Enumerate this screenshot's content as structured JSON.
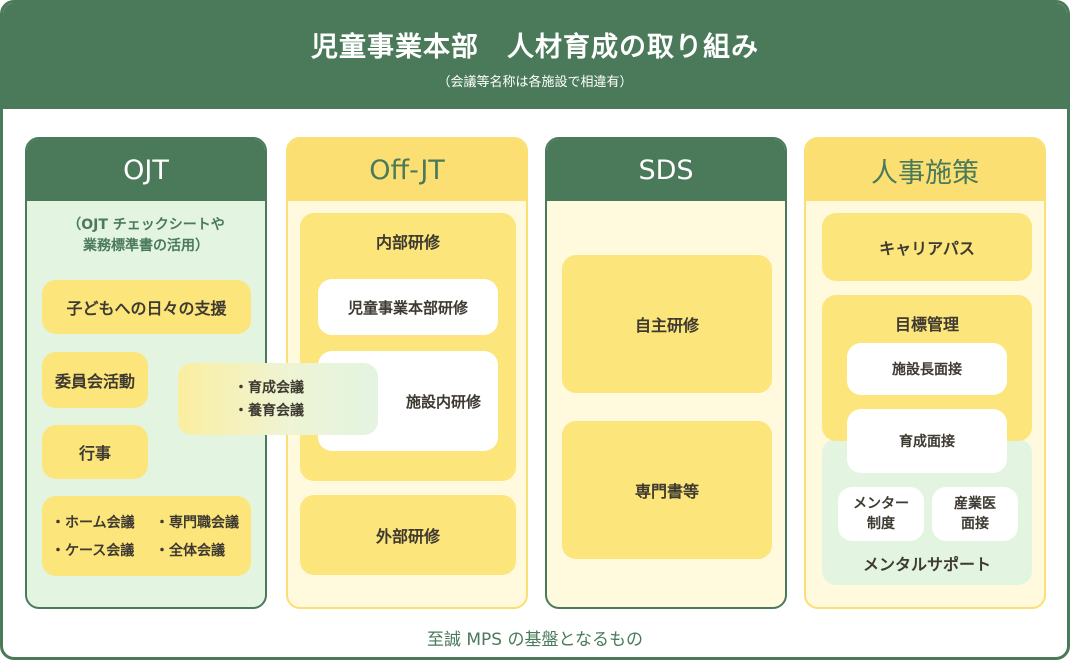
{
  "header": {
    "title": "児童事業本部　人材育成の取り組み",
    "subtitle": "（会議等名称は各施設で相違有）"
  },
  "columns": {
    "ojt": {
      "title": "OJT",
      "note_line1": "（OJT チェックシートや",
      "note_line2": "業務標準書の活用）",
      "support": "子どもへの日々の支援",
      "committee": "委員会活動",
      "events": "行事",
      "meetings": [
        "・ホーム会議",
        "・専門職会議",
        "・ケース会議",
        "・全体会議"
      ],
      "shared_meetings": [
        "・育成会議",
        "・養育会議"
      ]
    },
    "offjt": {
      "title": "Off-JT",
      "internal": "内部研修",
      "hq_training": "児童事業本部研修",
      "facility_training": "施設内研修",
      "external": "外部研修"
    },
    "sds": {
      "title": "SDS",
      "self_study": "自主研修",
      "specialist_books": "専門書等"
    },
    "hr": {
      "title": "人事施策",
      "career_path": "キャリアパス",
      "goal_management": "目標管理",
      "director_interview": "施設長面接",
      "development_interview": "育成面接",
      "mentor_line1": "メンター",
      "mentor_line2": "制度",
      "occupational_line1": "産業医",
      "occupational_line2": "面接",
      "mental_support": "メンタルサポート"
    }
  },
  "footer": "至誠 MPS の基盤となるもの",
  "colors": {
    "green": "#4a7a5a",
    "light_green": "#e3f4e1",
    "yellow": "#fce57a",
    "light_yellow": "#fff9dd"
  }
}
